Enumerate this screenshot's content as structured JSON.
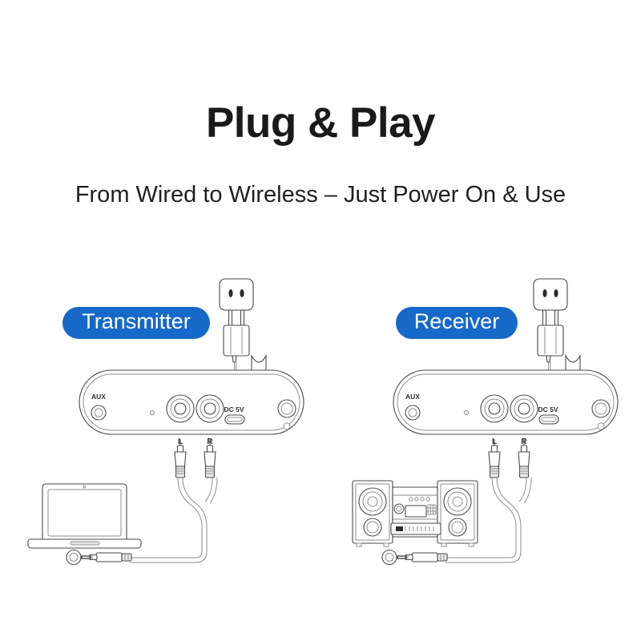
{
  "page": {
    "title": "Plug & Play",
    "subtitle": "From Wired to Wireless – Just Power On & Use",
    "background_color": "#ffffff",
    "title_color": "#1a1a1a",
    "accent_color": "#1669c9",
    "line_art_color": "#4a4a4a"
  },
  "sections": [
    {
      "id": "transmitter",
      "badge_label": "Transmitter",
      "badge_color": "#1669c9",
      "badge_text_color": "#ffffff",
      "source_device": "laptop",
      "device": {
        "ports": {
          "aux": "AUX",
          "left_rca": "L",
          "right_rca": "R",
          "power": "DC 5V"
        }
      },
      "power": {
        "outlet": "wall-outlet",
        "adapter": "usb-power-adapter"
      },
      "cable": "rca-to-3.5mm-y-cable"
    },
    {
      "id": "receiver",
      "badge_label": "Receiver",
      "badge_color": "#1669c9",
      "badge_text_color": "#ffffff",
      "source_device": "stereo-system",
      "device": {
        "ports": {
          "aux": "AUX",
          "left_rca": "L",
          "right_rca": "R",
          "power": "DC 5V"
        }
      },
      "power": {
        "outlet": "wall-outlet",
        "adapter": "usb-power-adapter"
      },
      "cable": "rca-to-3.5mm-y-cable"
    }
  ]
}
